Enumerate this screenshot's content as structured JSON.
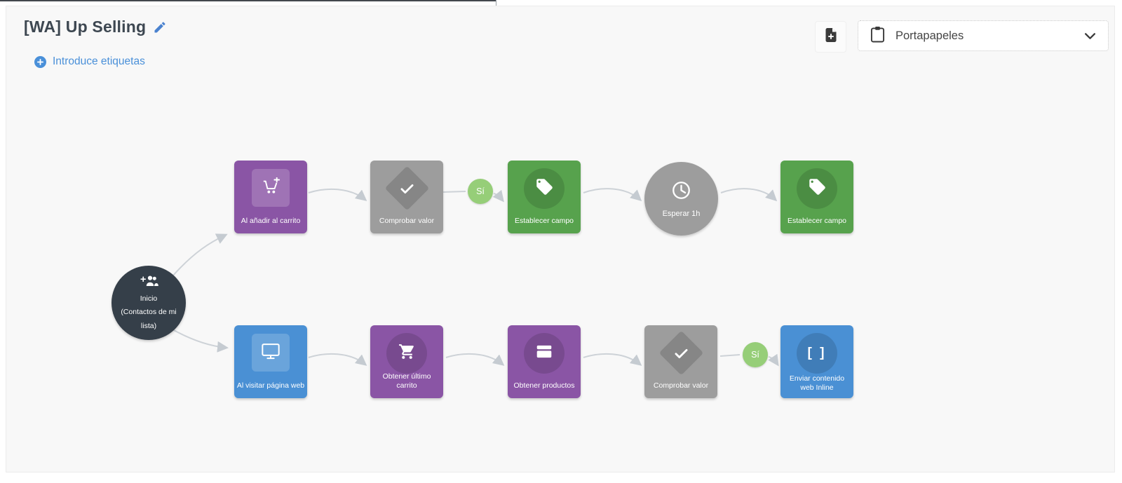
{
  "header": {
    "title": "[WA] Up Selling",
    "edit_icon": "pencil-icon",
    "tags_link_label": "Introduce etiquetas"
  },
  "toolbar": {
    "new_doc_button_icon": "document-add-icon",
    "clipboard_dropdown": {
      "label": "Portapapeles",
      "icon": "clipboard-icon",
      "chevron_icon": "chevron-down-icon"
    }
  },
  "flow": {
    "yes_label": "Sí",
    "start_node": {
      "label_lines": [
        "Inicio",
        "(Contactos de mi",
        "lista)"
      ],
      "icon": "add-contacts-icon",
      "color": "#353f49"
    },
    "nodes": [
      {
        "id": "n1",
        "label": "Al añadir al carrito",
        "icon": "cart-plus-icon",
        "shape": "square",
        "kind": "trigger",
        "color": "#8a55a5"
      },
      {
        "id": "n2",
        "label": "Comprobar valor",
        "icon": "check-icon",
        "shape": "square",
        "kind": "condition",
        "color": "#9d9d9d"
      },
      {
        "id": "n3",
        "label": "Establecer campo",
        "icon": "tag-icon",
        "shape": "square",
        "kind": "action",
        "color": "#57a24d"
      },
      {
        "id": "n4",
        "label": "Esperar 1h",
        "icon": "clock-icon",
        "shape": "circle",
        "kind": "wait",
        "color": "#9d9d9d"
      },
      {
        "id": "n5",
        "label": "Establecer campo",
        "icon": "tag-icon",
        "shape": "square",
        "kind": "action",
        "color": "#57a24d"
      },
      {
        "id": "n6",
        "label": "Al visitar página web",
        "icon": "monitor-icon",
        "shape": "square",
        "kind": "trigger",
        "color": "#4a90d4"
      },
      {
        "id": "n7",
        "label": "Obtener último carrito",
        "icon": "cart-icon",
        "shape": "square",
        "kind": "action",
        "color": "#8a55a5"
      },
      {
        "id": "n8",
        "label": "Obtener productos",
        "icon": "card-icon",
        "shape": "square",
        "kind": "action",
        "color": "#8a55a5"
      },
      {
        "id": "n9",
        "label": "Comprobar valor",
        "icon": "check-icon",
        "shape": "square",
        "kind": "condition",
        "color": "#9d9d9d"
      },
      {
        "id": "n10",
        "label": "Enviar contenido web Inline",
        "icon": "brackets-icon",
        "shape": "square",
        "kind": "action",
        "color": "#4a90d4",
        "icon_glyph": "[ ]"
      }
    ]
  },
  "colors": {
    "accent_blue": "#4a90d9",
    "node_purple": "#8a55a5",
    "node_blue": "#4a90d4",
    "node_green": "#57a24d",
    "node_gray": "#9d9d9d",
    "start_dark": "#353f49",
    "yes_green": "#96ce78",
    "arrow_gray": "#cdd2d7",
    "canvas_bg": "#f8f8f8",
    "title_text": "#3d4751"
  }
}
